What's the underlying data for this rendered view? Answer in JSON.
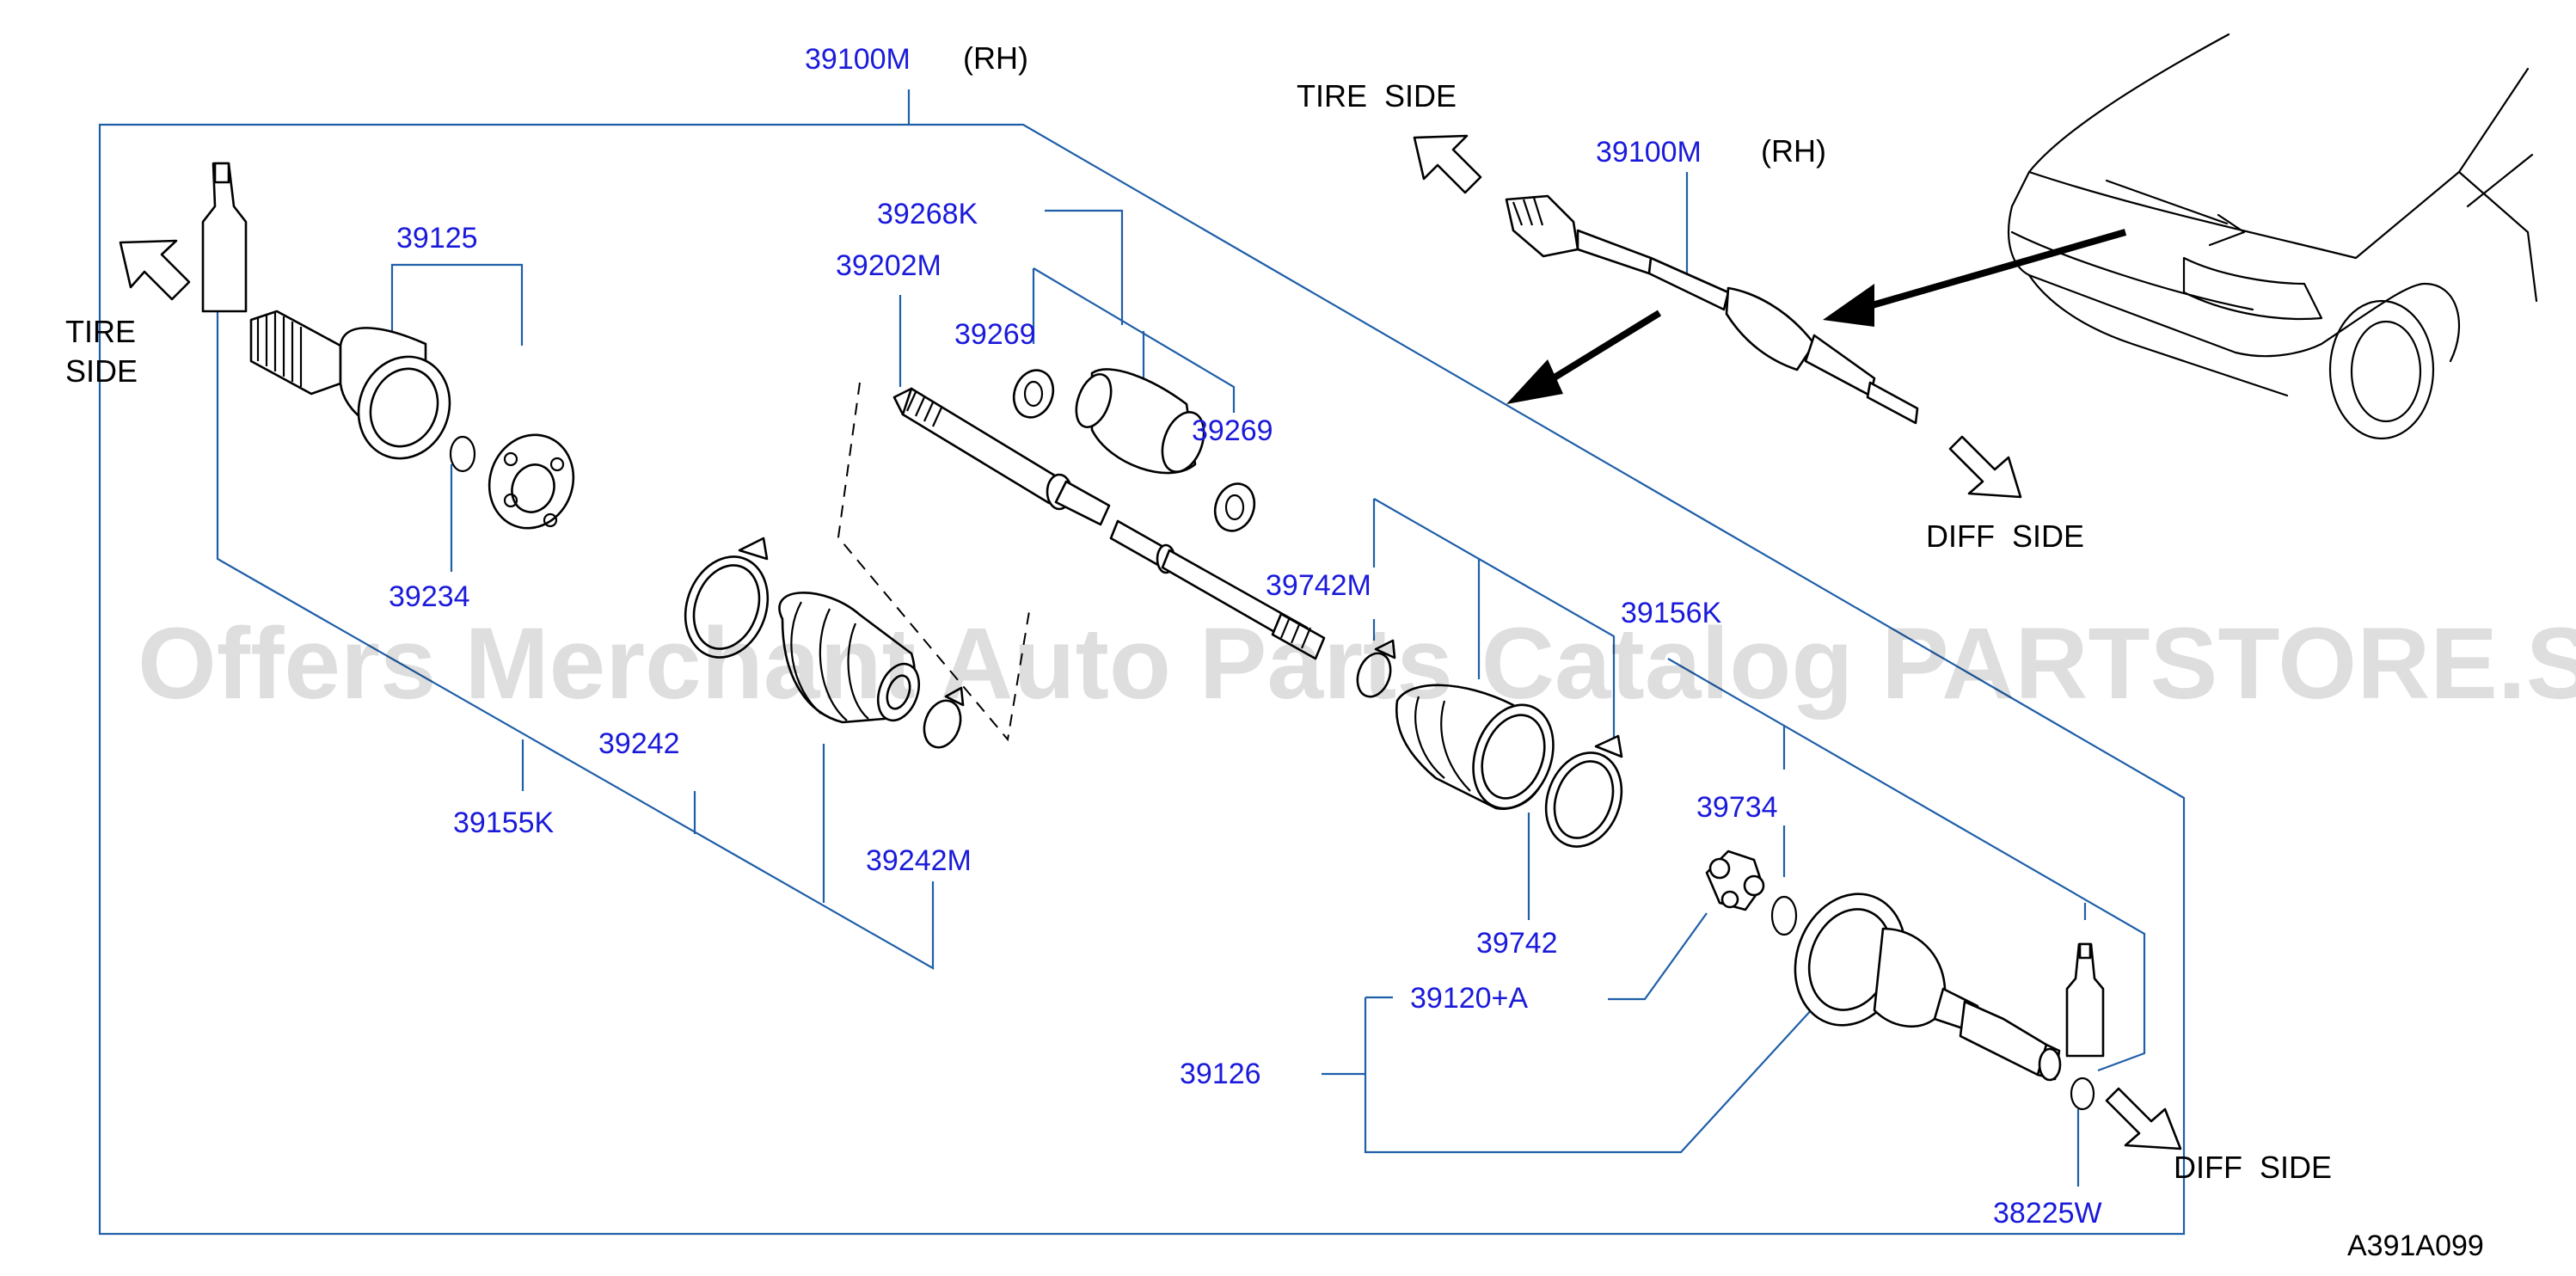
{
  "diagram": {
    "code": "A391A099",
    "watermark": "Offers Merchant Auto Parts Catalog PARTSTORE.SA",
    "colors": {
      "label": "#1a1adb",
      "leader": "#1f5fa8",
      "ink": "#000000"
    },
    "side_labels": {
      "tire_side_main_line1": "TIRE",
      "tire_side_main_line2": "SIDE",
      "tire_side_inset": "TIRE  SIDE",
      "diff_side_inset": "DIFF  SIDE",
      "diff_side_main": "DIFF  SIDE",
      "rh_main": "(RH)",
      "rh_inset": "(RH)"
    },
    "parts": {
      "p39100M": "39100M",
      "p39100M_inset": "39100M",
      "p39125": "39125",
      "p39234": "39234",
      "p39268K": "39268K",
      "p39202M": "39202M",
      "p39269_a": "39269",
      "p39269_b": "39269",
      "p39742M": "39742M",
      "p39156K": "39156K",
      "p39242": "39242",
      "p39155K": "39155K",
      "p39242M": "39242M",
      "p39742": "39742",
      "p39734": "39734",
      "p39120A": "39120+A",
      "p39126": "39126",
      "p38225W": "38225W"
    }
  }
}
